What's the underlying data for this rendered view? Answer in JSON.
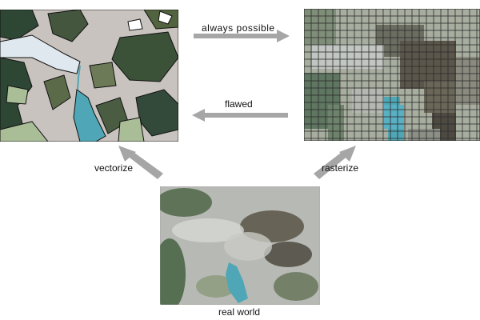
{
  "labels": {
    "always_possible": "always possible",
    "flawed": "flawed",
    "vectorize": "vectorize",
    "rasterize": "rasterize",
    "real_world": "real world"
  },
  "colors": {
    "arrow": "#a6a6a6",
    "background": "#ffffff",
    "urban": "#c8c3be",
    "forest_dark": "#2e4734",
    "forest_mid": "#5b6b4a",
    "meadow": "#a9bd97",
    "lake": "#4fa6b6",
    "river_light": "#dfe8ee"
  },
  "icons": {
    "vector_map": "vector-map-image",
    "raster_map": "raster-grid-map-image",
    "photo": "satellite-photo-image"
  }
}
